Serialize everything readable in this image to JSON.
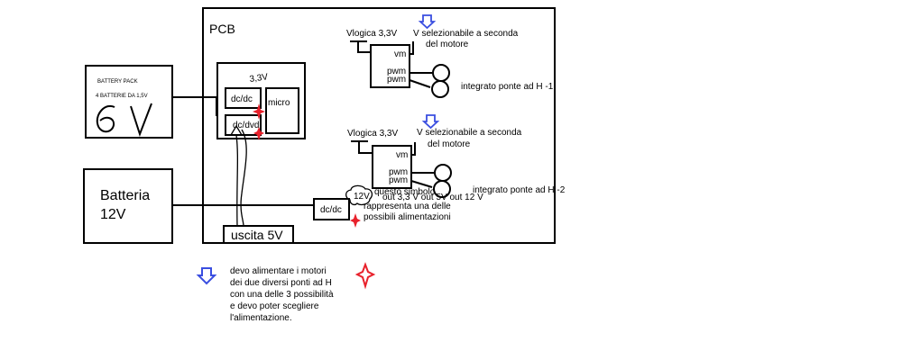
{
  "pcb_label": "PCB",
  "battery_pack": {
    "title": "BATTERY PACK",
    "subtitle": "4 BATTERIE DA 1,5V",
    "handwritten_voltage": "6V"
  },
  "battery12": {
    "line1": "Batteria",
    "line2": "12V"
  },
  "board": {
    "dcdc_top": "dc/dc",
    "dcdc_bottom": "dc/dvd",
    "micro": "micro",
    "voltage_note": "3,3V"
  },
  "hbridge1": {
    "vlogica": "Vlogica 3,3V",
    "vsel_line1": "V selezionabile a seconda",
    "vsel_line2": "del motore",
    "vm": "vm",
    "pwm1": "pwm",
    "pwm2": "pwm",
    "label": "integrato ponte ad H -1"
  },
  "hbridge2": {
    "vlogica": "Vlogica 3,3V",
    "vsel_line1": "V selezionabile a seconda",
    "vsel_line2": "del motore",
    "vm": "vm",
    "pwm1": "pwm",
    "pwm2": "pwm",
    "label": "integrato ponte ad H -2"
  },
  "dcdc12": "dc/dc",
  "cloud_label": "12V",
  "cloud_note": {
    "line1": "questo simbolo",
    "line1b": "out 3,3 V out 5V out 12 V",
    "line2": "rappresenta una delle",
    "line3": "possibili alimentazioni"
  },
  "uscita": "uscita 5V",
  "legend": {
    "line1": "devo alimentare i motori",
    "line2": "dei due diversi ponti ad H",
    "line3": "con una delle 3 possibilità",
    "line4": "e devo poter scegliere",
    "line5": "l'alimentazione."
  },
  "colors": {
    "blue_arrow": "#3a4ee0",
    "red_star": "#e8212b"
  },
  "icons": [
    "blue-down-arrow-icon",
    "red-star-icon",
    "motor-icon"
  ]
}
